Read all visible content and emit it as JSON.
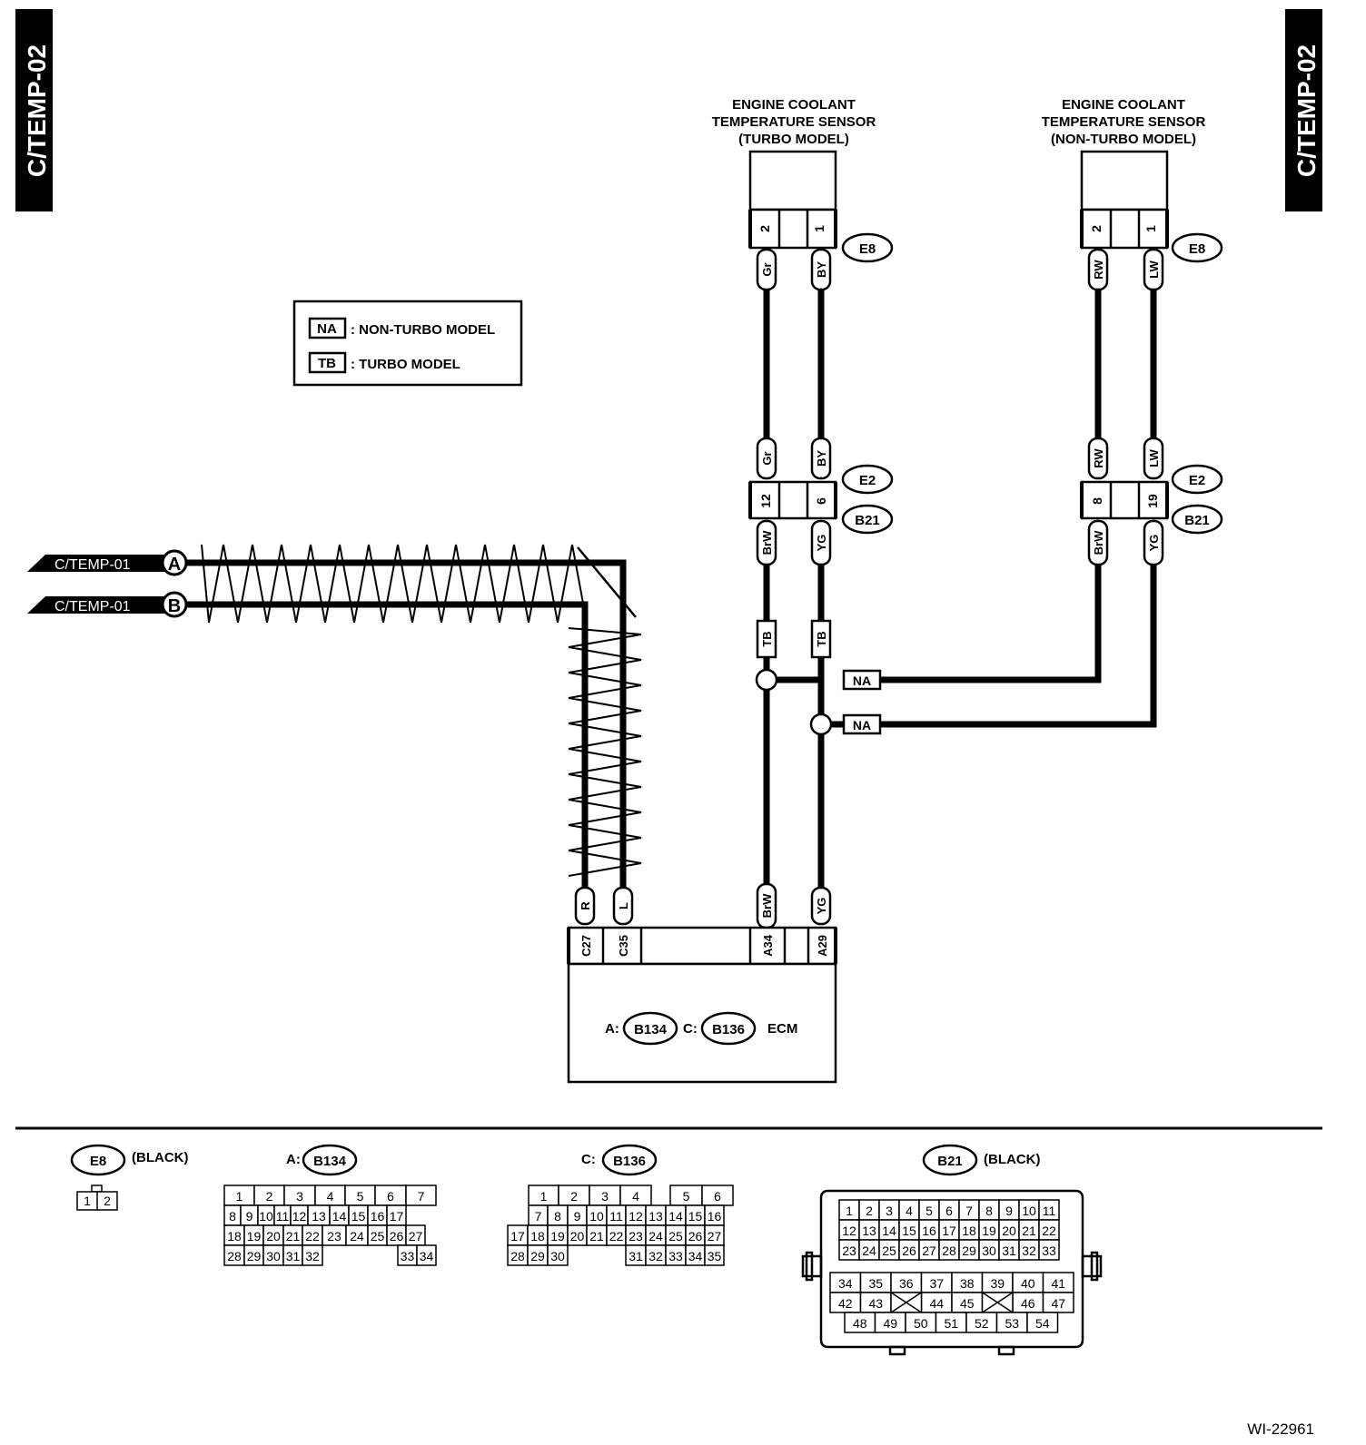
{
  "side_tab_label": "C/TEMP-02",
  "sensor_turbo": {
    "title_lines": [
      "ENGINE COOLANT",
      "TEMPERATURE SENSOR",
      "(TURBO MODEL)"
    ],
    "connector": "E8",
    "pins": [
      "2",
      "1"
    ],
    "wires": [
      "Gr",
      "BY"
    ]
  },
  "sensor_nonturbo": {
    "title_lines": [
      "ENGINE COOLANT",
      "TEMPERATURE SENSOR",
      "(NON-TURBO MODEL)"
    ],
    "connector": "E8",
    "pins": [
      "2",
      "1"
    ],
    "wires": [
      "RW",
      "LW"
    ]
  },
  "legend": [
    {
      "code": "NA",
      "text": ": NON-TURBO MODEL"
    },
    {
      "code": "TB",
      "text": ": TURBO MODEL"
    }
  ],
  "joint_turbo": {
    "upper": "E2",
    "lower": "B21",
    "pins": [
      "12",
      "6"
    ],
    "wires_above": [
      "Gr",
      "BY"
    ],
    "wires_below": [
      "BrW",
      "YG"
    ]
  },
  "joint_nonturbo": {
    "upper": "E2",
    "lower": "B21",
    "pins": [
      "8",
      "19"
    ],
    "wires_above": [
      "RW",
      "LW"
    ],
    "wires_below": [
      "BrW",
      "YG"
    ]
  },
  "model_tags": {
    "tb": "TB",
    "na": "NA"
  },
  "offpage": [
    {
      "ref": "C/TEMP-01",
      "letter": "A"
    },
    {
      "ref": "C/TEMP-01",
      "letter": "B"
    }
  ],
  "ecm": {
    "pins": [
      "C27",
      "C35",
      "A34",
      "A29"
    ],
    "wires": [
      "R",
      "L",
      "BrW",
      "YG"
    ],
    "label_a": "A:",
    "conn_a": "B134",
    "label_c": "C:",
    "conn_c": "B136",
    "name": "ECM"
  },
  "connector_views": {
    "e8": {
      "id": "E8",
      "color": "(BLACK)",
      "pins": [
        "1",
        "2"
      ]
    },
    "b134": {
      "prefix": "A:",
      "id": "B134",
      "rows": [
        [
          "1",
          "2",
          "3",
          "4",
          "5",
          "6",
          "7"
        ],
        [
          "8",
          "9",
          "10",
          "11",
          "12",
          "13",
          "14",
          "15",
          "16",
          "17"
        ],
        [
          "18",
          "19",
          "20",
          "21",
          "22",
          "23",
          "24",
          "25",
          "26",
          "27"
        ],
        [
          "28",
          "29",
          "30",
          "31",
          "32",
          "33",
          "34"
        ]
      ]
    },
    "b136": {
      "prefix": "C:",
      "id": "B136",
      "rows": [
        [
          "1",
          "2",
          "3",
          "4",
          "5",
          "6"
        ],
        [
          "7",
          "8",
          "9",
          "10",
          "11",
          "12",
          "13",
          "14",
          "15",
          "16"
        ],
        [
          "17",
          "18",
          "19",
          "20",
          "21",
          "22",
          "23",
          "24",
          "25",
          "26",
          "27"
        ],
        [
          "28",
          "29",
          "30",
          "31",
          "32",
          "33",
          "34",
          "35"
        ]
      ]
    },
    "b21": {
      "id": "B21",
      "color": "(BLACK)",
      "rows": [
        [
          "1",
          "2",
          "3",
          "4",
          "5",
          "6",
          "7",
          "8",
          "9",
          "10",
          "11"
        ],
        [
          "12",
          "13",
          "14",
          "15",
          "16",
          "17",
          "18",
          "19",
          "20",
          "21",
          "22"
        ],
        [
          "23",
          "24",
          "25",
          "26",
          "27",
          "28",
          "29",
          "30",
          "31",
          "32",
          "33"
        ],
        [
          "34",
          "35",
          "36",
          "37",
          "38",
          "39",
          "40",
          "41"
        ],
        [
          "42",
          "43",
          "44",
          "45",
          "46",
          "47"
        ],
        [
          "48",
          "49",
          "50",
          "51",
          "52",
          "53",
          "54"
        ]
      ]
    }
  },
  "figure_id": "WI-22961"
}
